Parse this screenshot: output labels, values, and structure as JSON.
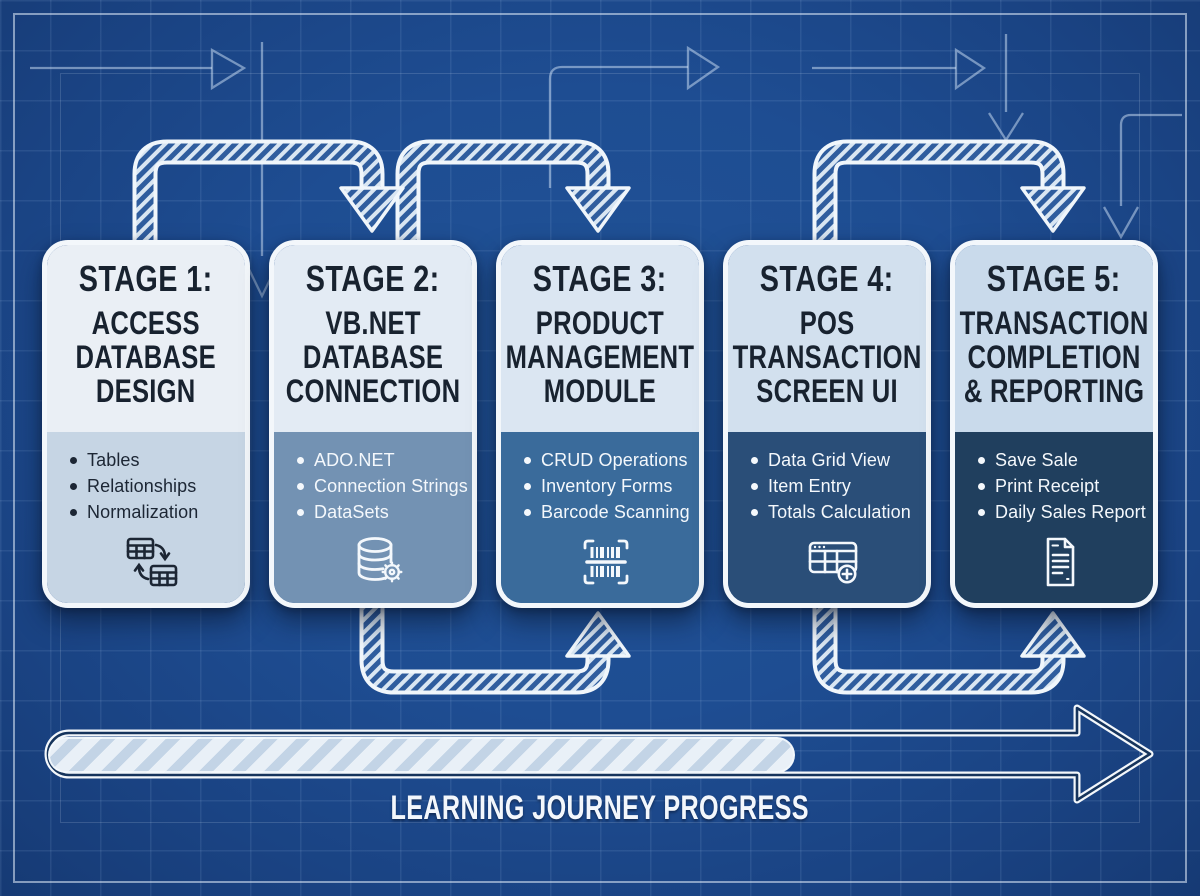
{
  "stages": [
    {
      "stage_label": "STAGE 1:",
      "title": "ACCESS\nDATABASE\nDESIGN",
      "bullets": [
        "Tables",
        "Relationships",
        "Normalization"
      ],
      "icon": "tables-sync-icon",
      "header_bg": "#eaeff5",
      "body_bg": "#c6d5e4",
      "body_text": "#1c2634"
    },
    {
      "stage_label": "STAGE 2:",
      "title": "VB.NET\nDATABASE\nCONNECTION",
      "bullets": [
        "ADO.NET",
        "Connection Strings",
        "DataSets"
      ],
      "icon": "database-gear-icon",
      "header_bg": "#e3ebf4",
      "body_bg": "#7392b3",
      "body_text": "#f4f8fc"
    },
    {
      "stage_label": "STAGE 3:",
      "title": "PRODUCT\nMANAGEMENT\nMODULE",
      "bullets": [
        "CRUD Operations",
        "Inventory Forms",
        "Barcode Scanning"
      ],
      "icon": "barcode-scan-icon",
      "header_bg": "#dbe6f2",
      "body_bg": "#3a6b9b",
      "body_text": "#f4f8fc"
    },
    {
      "stage_label": "STAGE 4:",
      "title": "POS\nTRANSACTION\nSCREEN UI",
      "bullets": [
        "Data Grid View",
        "Item Entry",
        "Totals Calculation"
      ],
      "icon": "datagrid-plus-icon",
      "header_bg": "#d2e0ee",
      "body_bg": "#2a4e78",
      "body_text": "#f4f8fc"
    },
    {
      "stage_label": "STAGE 5:",
      "title": "TRANSACTION\nCOMPLETION\n& REPORTING",
      "bullets": [
        "Save Sale",
        "Print Receipt",
        "Daily Sales Report"
      ],
      "icon": "report-document-icon",
      "header_bg": "#c9daeb",
      "body_bg": "#203f5e",
      "body_text": "#f4f8fc"
    }
  ],
  "progress": {
    "label": "LEARNING JOURNEY PROGRESS",
    "fill_percent": 72
  },
  "colors": {
    "background": "#1e4d92",
    "grid_line": "rgba(173,204,240,0.11)",
    "card_border": "#f3f7fb",
    "title_text": "#18222f",
    "connector_outline": "#f0f6fb",
    "connector_hatch_light": "#d9e6f2",
    "connector_hatch_dark": "#2f5d9e",
    "progress_stripe_light": "#e9f0f7",
    "progress_stripe_dark": "#c3d4e6",
    "progress_inner_line": "#16345c"
  }
}
